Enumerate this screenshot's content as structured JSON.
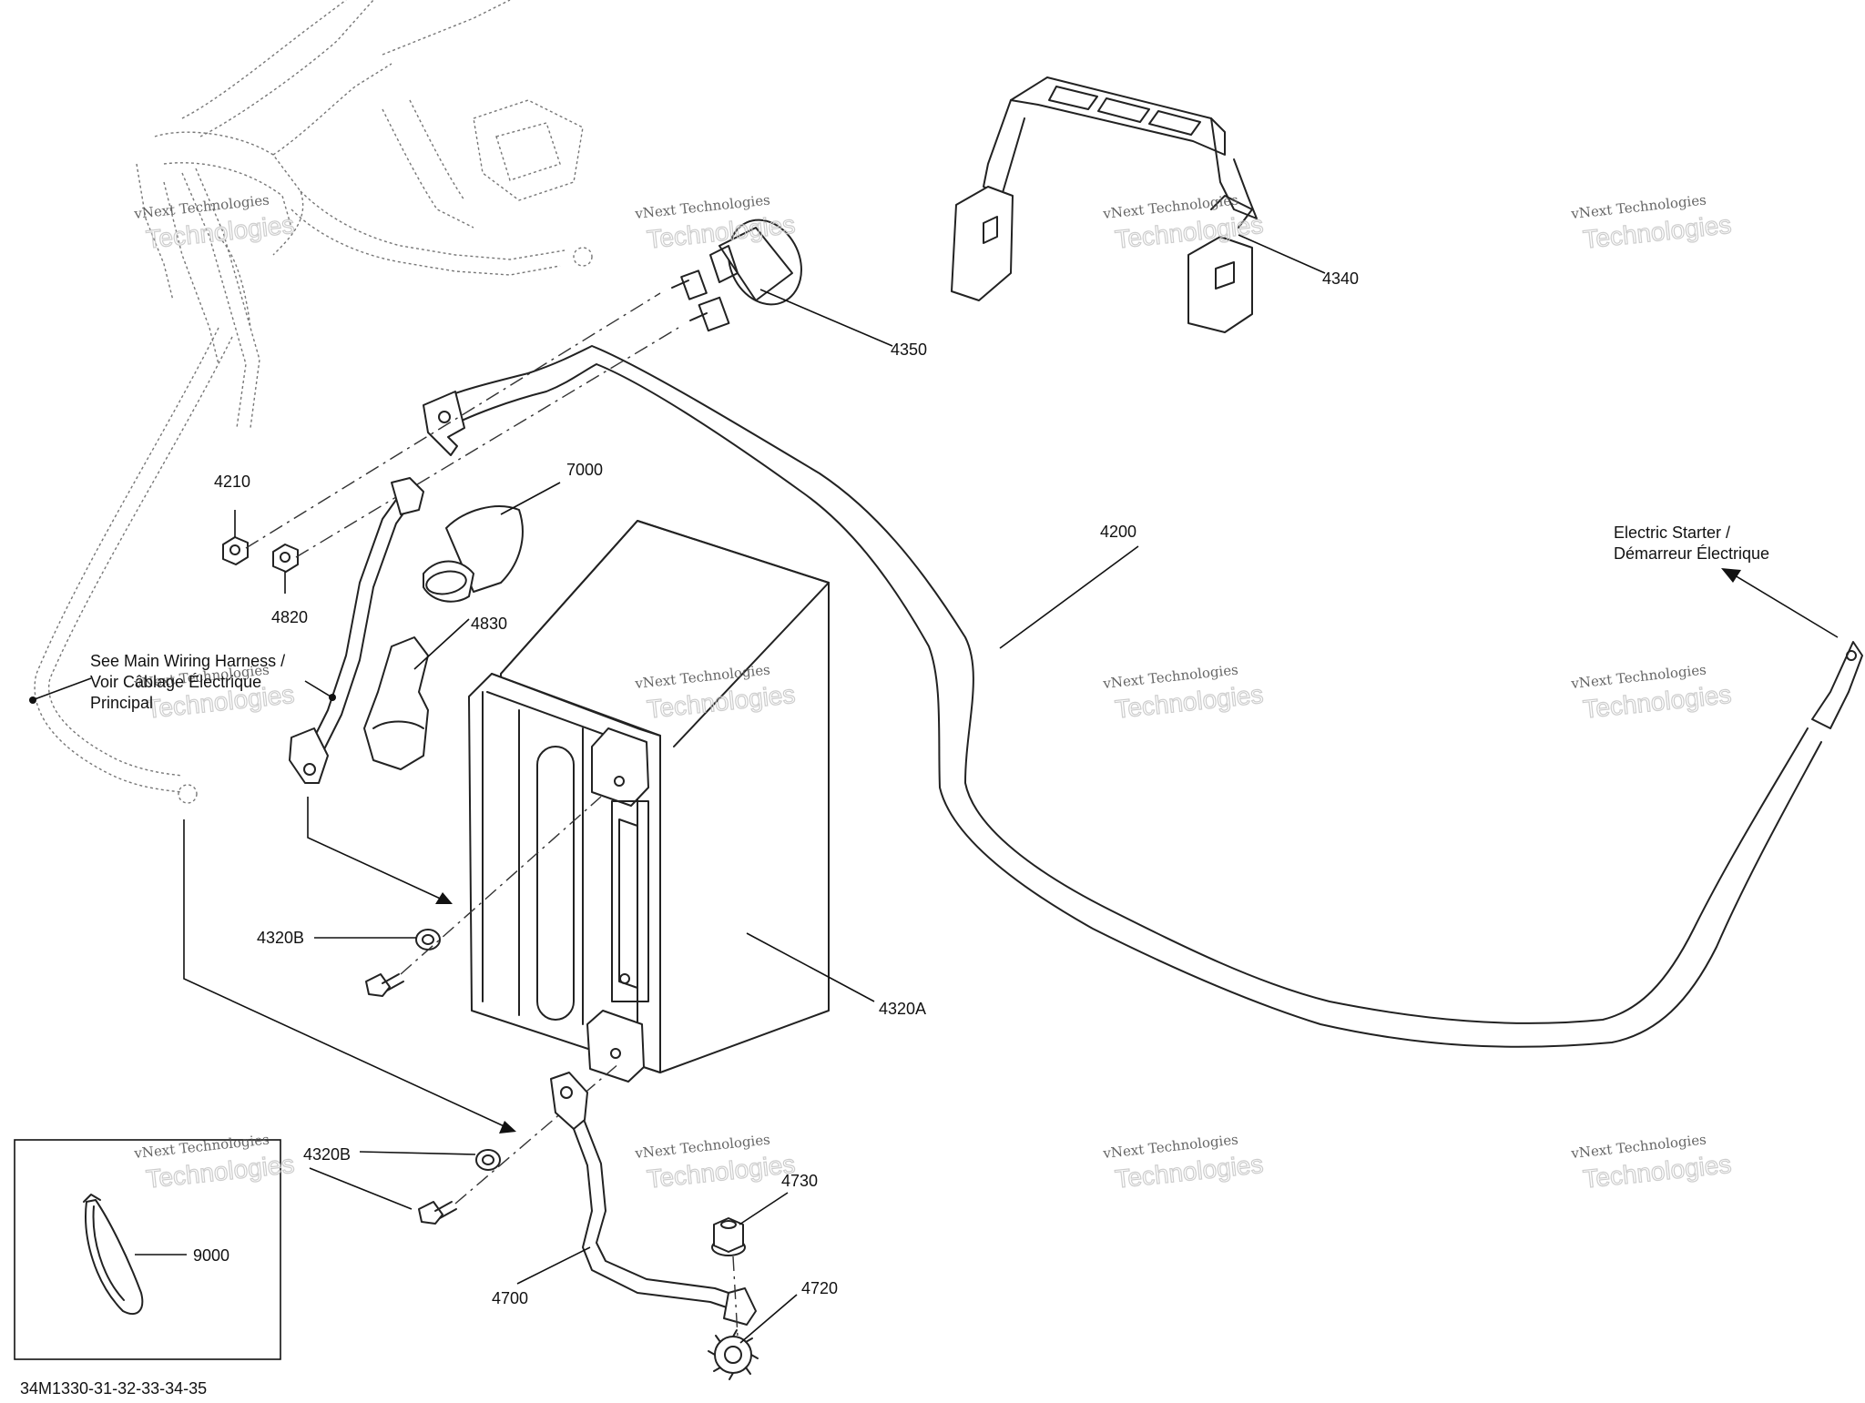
{
  "diagram": {
    "drawing_number": "34M1330-31-32-33-34-35",
    "watermark": {
      "line1": "vNext Technologies",
      "line2": "Technologies"
    },
    "callouts": {
      "c4340": "4340",
      "c4350": "4350",
      "c4210": "4210",
      "c7000": "7000",
      "c4820": "4820",
      "c4830": "4830",
      "c4200": "4200",
      "c4320b_top": "4320B",
      "c4320a": "4320A",
      "c4320b_bottom": "4320B",
      "c4730": "4730",
      "c4720": "4720",
      "c4700": "4700",
      "c9000": "9000"
    },
    "notes": {
      "electric_starter": [
        "Electric Starter /",
        "Démarreur Électrique"
      ],
      "main_harness": [
        "See Main Wiring Harness /",
        "Voir Câblage Électrique",
        "Principal"
      ]
    }
  }
}
